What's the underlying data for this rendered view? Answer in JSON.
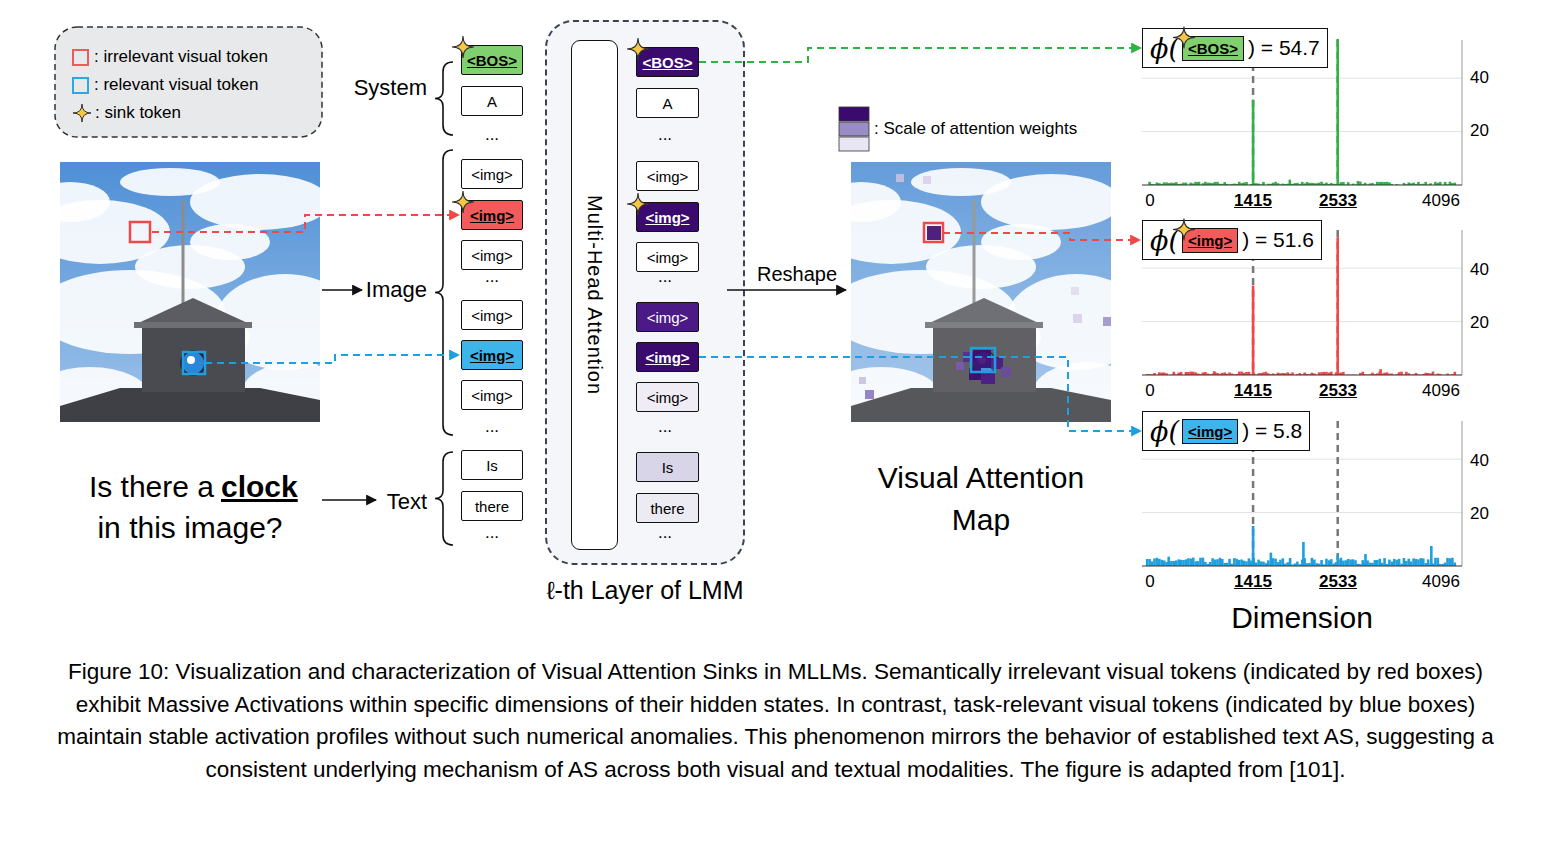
{
  "diagram": {
    "caption": "Figure 10: Visualization and characterization of Visual Attention Sinks in MLLMs. Semantically irrelevant visual tokens (indicated by red boxes) exhibit Massive Activations within specific dimensions of their hidden states. In contrast, task-relevant visual tokens (indicated by blue boxes) maintain stable activation profiles without such numerical anomalies. This phenomenon mirrors the behavior of established text AS, suggesting a consistent underlying mechanism of AS across both visual and textual modalities. The figure is adapted from [101].",
    "nodes": [
      {
        "text": [
          "<BOS>"
        ]
      },
      {
        "text": [
          "A"
        ]
      },
      {
        "text": [
          "<img>"
        ]
      },
      {
        "text": [
          "<img>"
        ]
      },
      {
        "text": [
          "<img>"
        ]
      },
      {
        "text": [
          "<img>"
        ]
      },
      {
        "text": [
          "<img>"
        ]
      },
      {
        "text": [
          "<img>"
        ]
      },
      {
        "text": [
          "Is"
        ]
      },
      {
        "text": [
          "there"
        ]
      },
      {
        "text": [
          "ℓ-th Layer of LMM"
        ]
      },
      {
        "text": [
          "Multi-Head Attention"
        ],
        "in": 10
      },
      {
        "text": [
          "<BOS>"
        ],
        "in": 10
      },
      {
        "text": [
          "A"
        ],
        "in": 10
      },
      {
        "text": [
          "<img>"
        ],
        "in": 10
      },
      {
        "text": [
          "<img>"
        ],
        "in": 10
      },
      {
        "text": [
          "<img>"
        ],
        "in": 10
      },
      {
        "text": [
          "<img>"
        ],
        "in": 10
      },
      {
        "text": [
          "<img>"
        ],
        "in": 10
      },
      {
        "text": [
          "<img>"
        ],
        "in": 10
      },
      {
        "text": [
          "Is"
        ],
        "in": 10
      },
      {
        "text": [
          "there"
        ],
        "in": 10
      },
      {
        "text": [
          "ϕ(",
          ") = 54.7"
        ]
      },
      {
        "text": [
          "<BOS>"
        ],
        "in": 22
      },
      {
        "text": [
          "ϕ(",
          ") = 51.6"
        ]
      },
      {
        "text": [
          "<img>"
        ],
        "in": 24
      },
      {
        "text": [
          "ϕ(",
          ") = 5.8"
        ]
      },
      {
        "text": [
          "<img>"
        ],
        "in": 26
      }
    ],
    "edges": [
      {
        "from": 12,
        "to": 22,
        "arrow": "to"
      },
      {
        "from": 18,
        "to": 26,
        "arrow": "to"
      }
    ],
    "labels": [
      "System",
      "Image",
      "Text",
      "...",
      "...",
      "...",
      "...",
      "...",
      "...",
      "...",
      "...",
      "Is there a",
      "clock",
      "in this image?",
      "Reshape",
      "Visual Attention Map",
      "40",
      "20",
      "0",
      "1415",
      "2533",
      "4096",
      "40",
      "20",
      "0",
      "1415",
      "2533",
      "4096",
      "40",
      "20",
      "0",
      "1415",
      "2533",
      "4096",
      "Dimension"
    ],
    "legend": [
      {
        "text": ": irrelevant visual token",
        "color": "#f05a5a"
      },
      {
        "text": ": relevant visual token",
        "color": "#2fa8e0"
      },
      {
        "text": ": sink token"
      },
      {
        "text": ": Scale of attention weights"
      }
    ]
  }
}
